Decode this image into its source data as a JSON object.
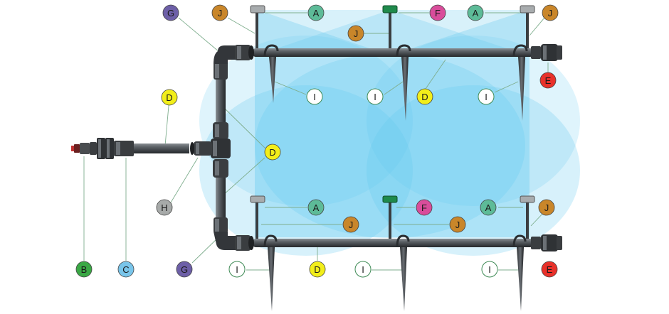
{
  "diagram": {
    "labels": {
      "A": "A",
      "B": "B",
      "C": "C",
      "D": "D",
      "E": "E",
      "F": "F",
      "G": "G",
      "H": "H",
      "I": "I",
      "J": "J"
    },
    "colors": {
      "A": "#5dbb98",
      "B": "#3aa845",
      "C": "#79c5ea",
      "D": "#f2ee1a",
      "E": "#e8312a",
      "F": "#d94d9b",
      "G": "#6d5fa7",
      "H": "#a7aaa9",
      "I": "#ffffff",
      "J": "#c9862a",
      "spray": "#5fc8f0",
      "pipe": "#3a3d40",
      "sprinkler_gray": "#a8acae",
      "sprinkler_green": "#1f8a4c"
    }
  }
}
